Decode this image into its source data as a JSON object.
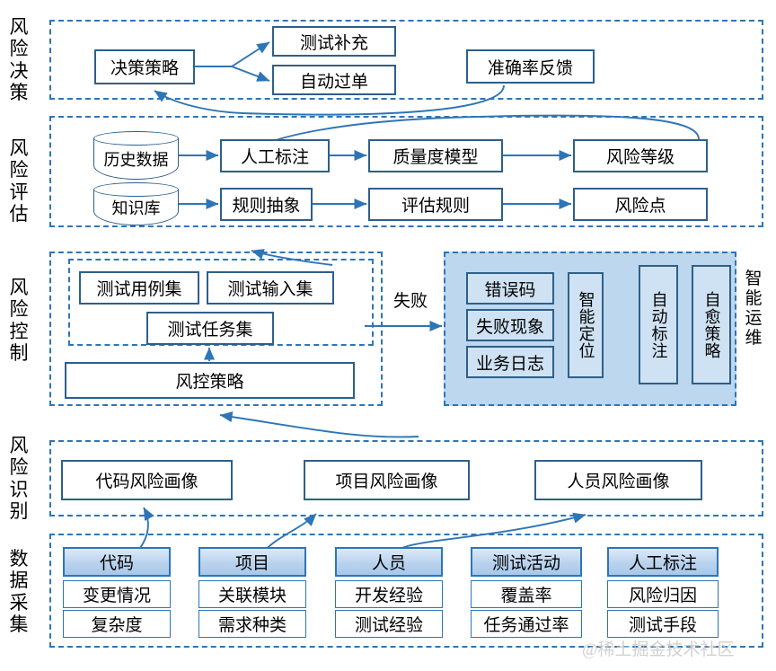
{
  "figure": {
    "watermark": "@稀土掘金技术社区"
  },
  "stages": [
    {
      "id": "decision",
      "label": "风险决策"
    },
    {
      "id": "assessment",
      "label": "风险评估"
    },
    {
      "id": "control",
      "label": "风险控制"
    },
    {
      "id": "identify",
      "label": "风险识别"
    },
    {
      "id": "collection",
      "label": "数据采集"
    }
  ],
  "side_labels": {
    "intelligent_ops": "智能运维"
  },
  "edge_labels": {
    "failure": "失败"
  },
  "decision": {
    "strategy": "决策策略",
    "test_supplement": "测试补充",
    "auto_pass": "自动过单",
    "accuracy_feedback": "准确率反馈"
  },
  "assessment": {
    "history_data": "历史数据",
    "knowledge_base": "知识库",
    "manual_labeling": "人工标注",
    "rule_abstraction": "规则抽象",
    "quality_model": "质量度模型",
    "assessment_rules": "评估规则",
    "risk_level": "风险等级",
    "risk_points": "风险点"
  },
  "control": {
    "test_case_set": "测试用例集",
    "test_input_set": "测试输入集",
    "test_task_set": "测试任务集",
    "control_strategy": "风控策略"
  },
  "intelligent_ops": {
    "error_code": "错误码",
    "failure_phenomenon": "失败现象",
    "business_log": "业务日志",
    "smart_locate": "智能定位",
    "auto_label": "自动标注",
    "self_heal_strategy": "自愈策略"
  },
  "identify": {
    "code_risk_profile": "代码风险画像",
    "project_risk_profile": "项目风险画像",
    "people_risk_profile": "人员风险画像"
  },
  "collection": {
    "groups": [
      {
        "header": "代码",
        "items": [
          "变更情况",
          "复杂度"
        ]
      },
      {
        "header": "项目",
        "items": [
          "关联模块",
          "需求种类"
        ]
      },
      {
        "header": "人员",
        "items": [
          "开发经验",
          "测试经验"
        ]
      },
      {
        "header": "测试活动",
        "items": [
          "覆盖率",
          "任务通过率"
        ]
      },
      {
        "header": "人工标注",
        "items": [
          "风险归因",
          "测试手段"
        ]
      }
    ]
  },
  "colors": {
    "dashed_border": "#2E75B6",
    "node_border": "#2E5F8A",
    "arrow": "#2E75B6",
    "panel_fill": "#BDD7EE",
    "header_gradient_top": "#DCE9F7",
    "header_gradient_bottom": "#A8C8E8"
  }
}
